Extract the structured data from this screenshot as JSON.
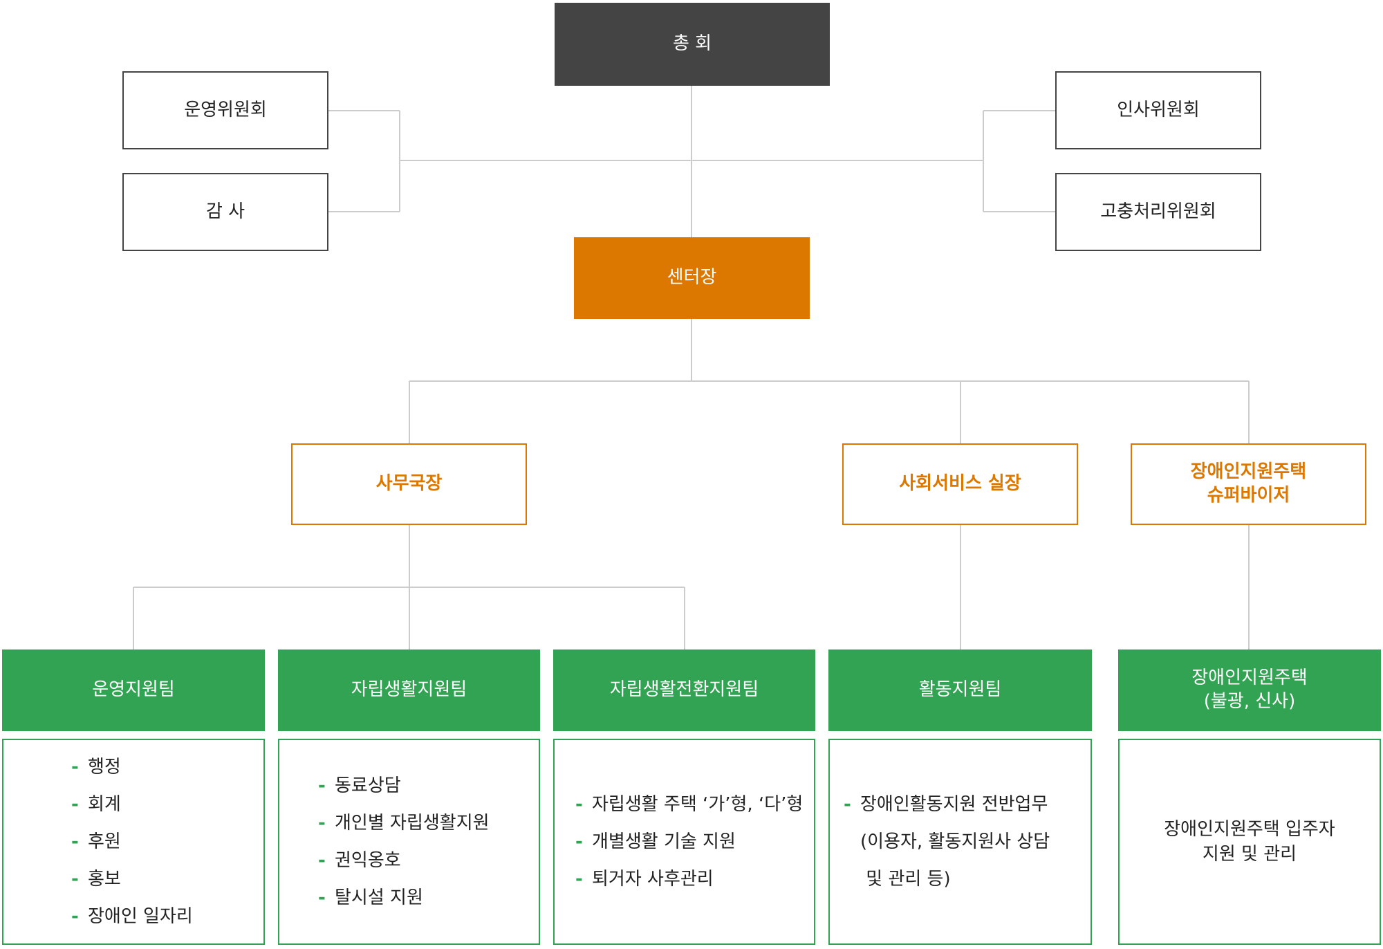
{
  "top": {
    "general_assembly": "총  회",
    "operating_committee": "운영위원회",
    "audit": "감  사",
    "personnel_committee": "인사위원회",
    "grievance_committee": "고충처리위원회",
    "director": "센터장"
  },
  "managers": {
    "secretary_general": "사무국장",
    "social_service_head": "사회서비스 실장",
    "housing_supervisor": "장애인지원주택\n슈퍼바이저"
  },
  "teams": [
    {
      "name": "운영지원팀",
      "items": [
        "행정",
        "회계",
        "후원",
        "홍보",
        "장애인 일자리"
      ]
    },
    {
      "name": "자립생활지원팀",
      "items": [
        "동료상담",
        "개인별 자립생활지원",
        "권익옹호",
        "탈시설 지원"
      ]
    },
    {
      "name": "자립생활전환지원팀",
      "items": [
        "자립생활 주택 ‘가’형, ‘다’형",
        "개별생활 기술 지원",
        "퇴거자 사후관리"
      ]
    },
    {
      "name": "활동지원팀",
      "items": [
        "장애인활동지원 전반업무"
      ],
      "continuation": [
        "(이용자, 활동지원사 상담",
        " 및 관리 등)"
      ]
    },
    {
      "name": "장애인지원주택\n(불광, 신사)",
      "description": "장애인지원주택 입주자\n지원 및 관리"
    }
  ],
  "colors": {
    "dark": "#444444",
    "orange": "#dc7700",
    "green": "#32a352",
    "line": "#cccccc"
  }
}
